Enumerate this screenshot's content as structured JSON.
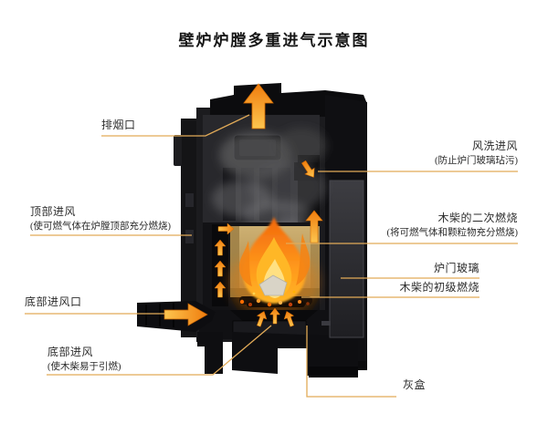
{
  "title": "壁炉炉膛多重进气示意图",
  "labels": {
    "smoke_outlet": {
      "text": "排烟口"
    },
    "top_air": {
      "text": "顶部进风",
      "sub": "(使可燃气体在炉膛顶部充分燃烧)"
    },
    "bottom_air_inlet": {
      "text": "底部进风口"
    },
    "bottom_air": {
      "text": "底部进风",
      "sub": "(使木柴易于引燃)"
    },
    "air_wash": {
      "text": "风洗进风",
      "sub": "(防止炉门玻璃玷污)"
    },
    "secondary_combustion": {
      "text": "木柴的二次燃烧",
      "sub": "(将可燃气体和颗粒物充分燃烧)"
    },
    "door_glass": {
      "text": "炉门玻璃"
    },
    "primary_combustion": {
      "text": "木柴的初级燃烧"
    },
    "ash_box": {
      "text": "灰盒"
    }
  },
  "arrows": [
    {
      "name": "flue-exhaust-arrow",
      "direction": "up"
    },
    {
      "name": "air-wash-arrow",
      "direction": "down-right"
    },
    {
      "name": "secondary-combustion-arrow",
      "direction": "up"
    },
    {
      "name": "top-air-channel-arrows",
      "direction": "up"
    },
    {
      "name": "top-air-entry-arrow",
      "direction": "right"
    },
    {
      "name": "bottom-intake-arrow",
      "direction": "right"
    },
    {
      "name": "bottom-air-under-fire-arrows",
      "direction": "up"
    }
  ],
  "colors": {
    "background": "#ffffff",
    "text": "#2b2b2b",
    "leader_line": "#e2ab58",
    "arrow_orange": "#ef7d0e",
    "arrow_yellow": "#fdc54f",
    "flame_orange": "#f2670c",
    "flame_yellow": "#ffb726",
    "firebrick": "#c0a161",
    "stove_black": "#121214"
  }
}
